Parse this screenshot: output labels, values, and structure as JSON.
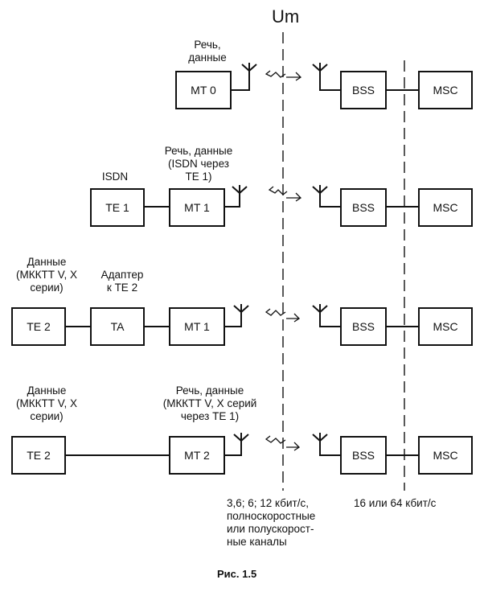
{
  "diagram": {
    "interface_label": "Um",
    "caption": "Рис. 1.5",
    "rows": [
      {
        "label_device": "Речь,\nданные",
        "boxes": [
          "MT 0",
          "BSS",
          "MSC"
        ]
      },
      {
        "label_isdn": "ISDN",
        "label_device": "Речь, данные\n(ISDN через\nTE 1)",
        "boxes": [
          "TE 1",
          "MT 1",
          "BSS",
          "MSC"
        ]
      },
      {
        "label_left": "Данные\n(МККТТ V, X\nсерии)",
        "label_adapter": "Адаптер\nк TE 2",
        "boxes": [
          "TE 2",
          "TA",
          "MT 1",
          "BSS",
          "MSC"
        ]
      },
      {
        "label_left": "Данные\n(МККТТ V, X\nсерии)",
        "label_device": "Речь, данные\n(МККТТ V, X серий\nчерез TE 1)",
        "boxes": [
          "TE 2",
          "MT 2",
          "BSS",
          "MSC"
        ]
      }
    ],
    "rate_note_left": "3,6; 6; 12 кбит/с,\nполноскоростные\nили полускорост-\nные каналы",
    "rate_note_right": "16 или 64 кбит/с"
  }
}
